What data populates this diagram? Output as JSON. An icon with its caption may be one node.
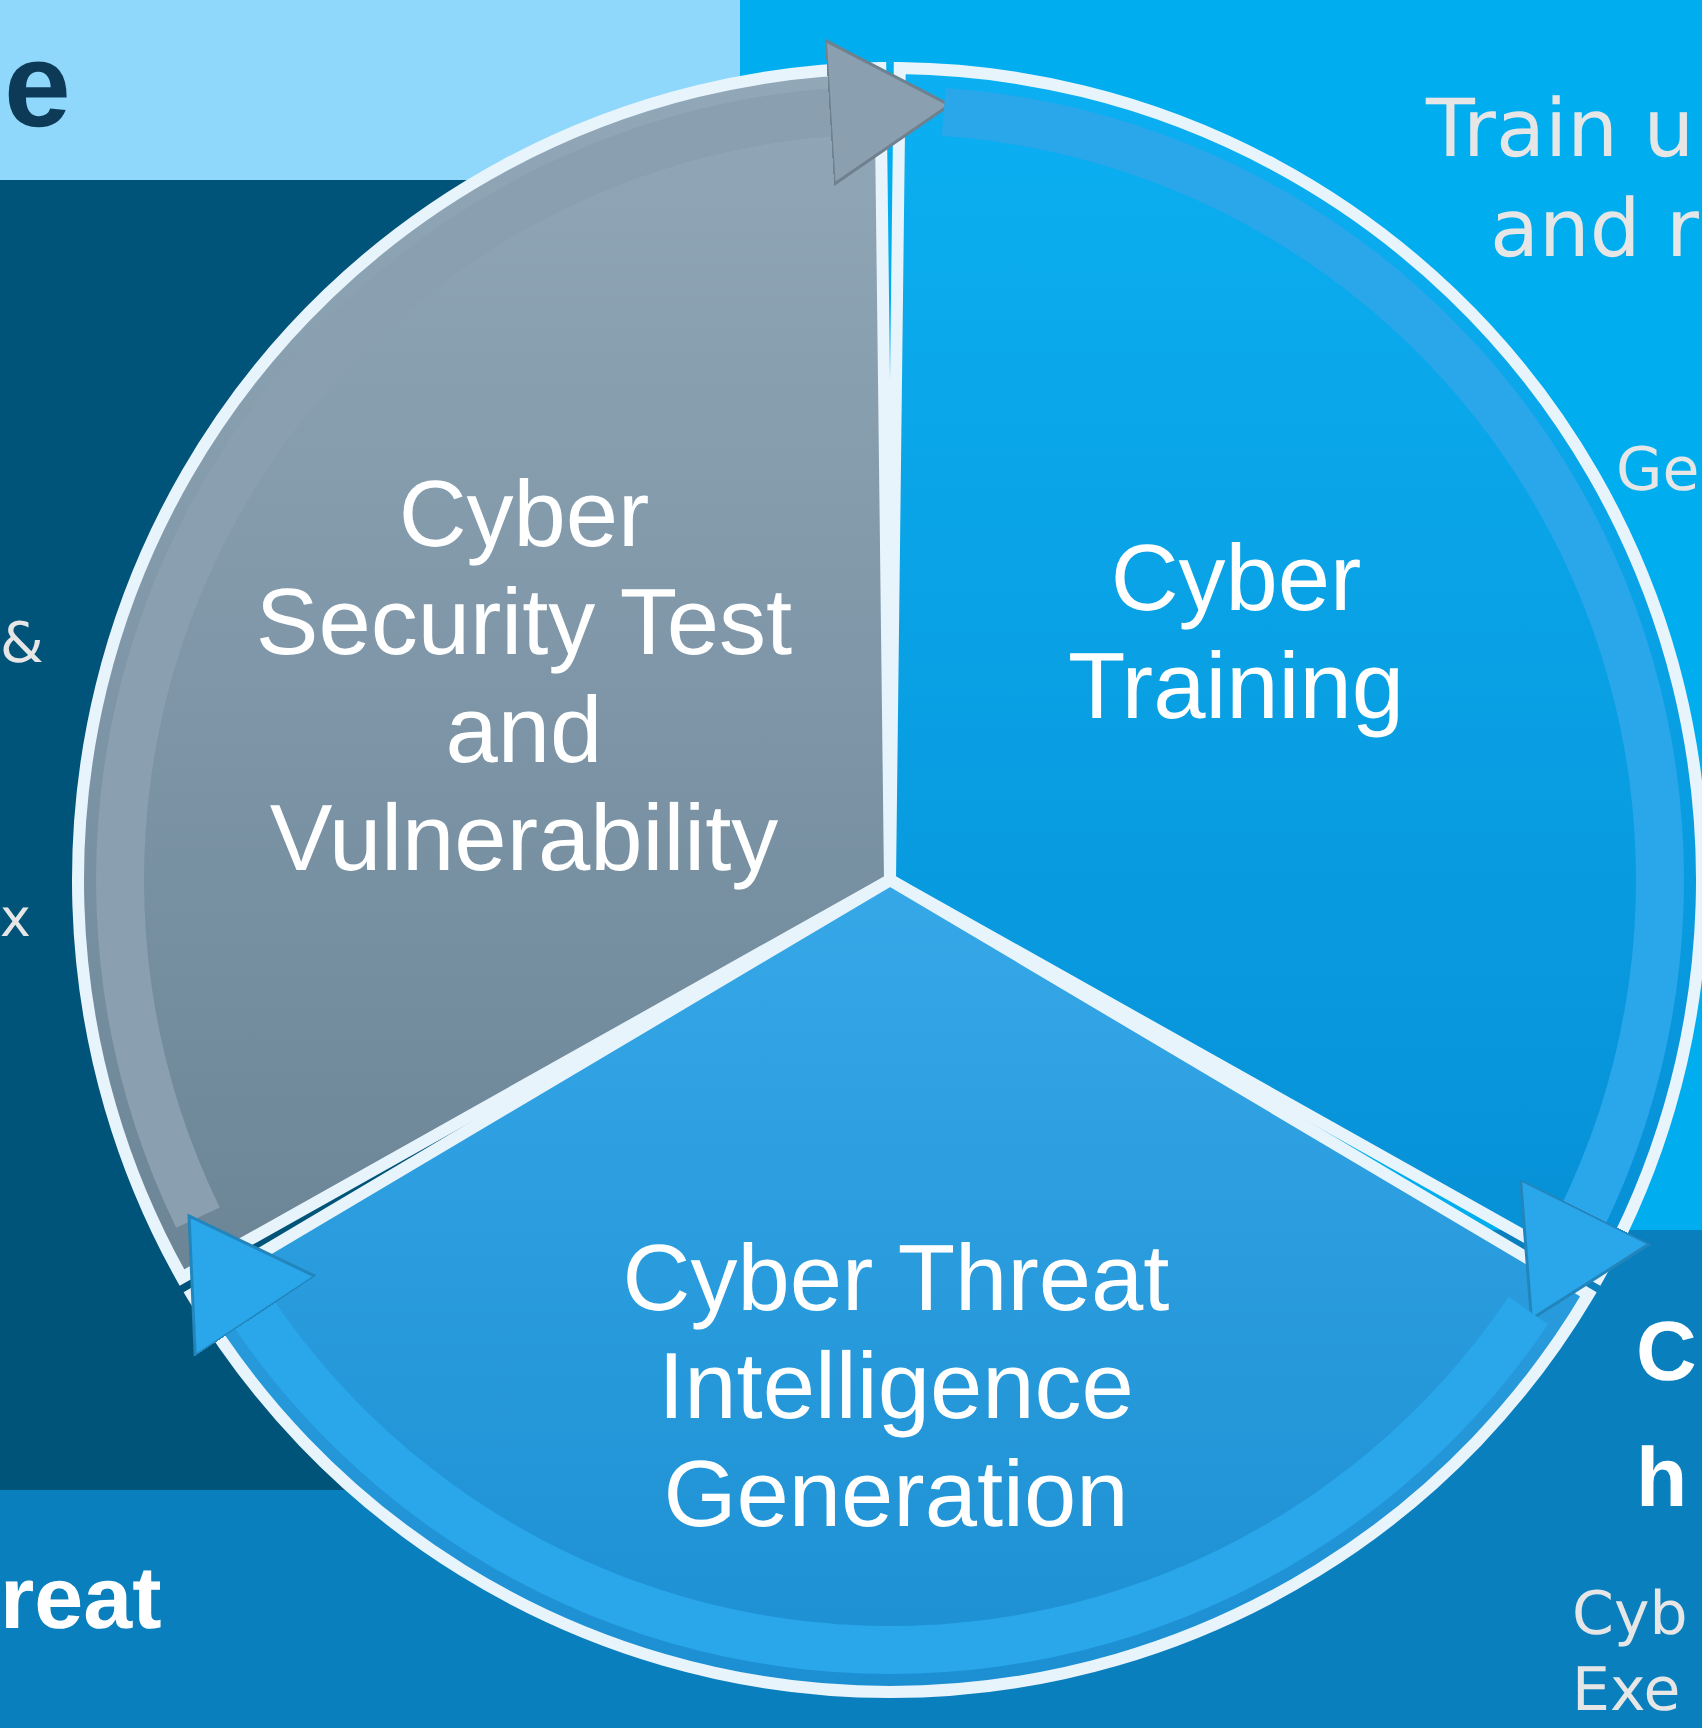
{
  "diagram": {
    "nodes": [
      {
        "text": [
          "Cyber Security Test and Vulnerability"
        ]
      },
      {
        "text": [
          "Cyber Training"
        ]
      },
      {
        "text": [
          "Cyber Threat Intelligence Generation"
        ]
      }
    ],
    "edges": [
      {
        "from": 0,
        "to": 1,
        "arrow": "to",
        "color": "#8a9fb0"
      },
      {
        "from": 1,
        "to": 2,
        "arrow": "to"
      },
      {
        "from": 2,
        "to": 0,
        "arrow": "to"
      }
    ],
    "labels": [
      "e",
      "Train u",
      "and r",
      "Ge",
      "&",
      "x",
      "reat",
      "C",
      "h",
      "Cyb",
      "Exe"
    ]
  }
}
